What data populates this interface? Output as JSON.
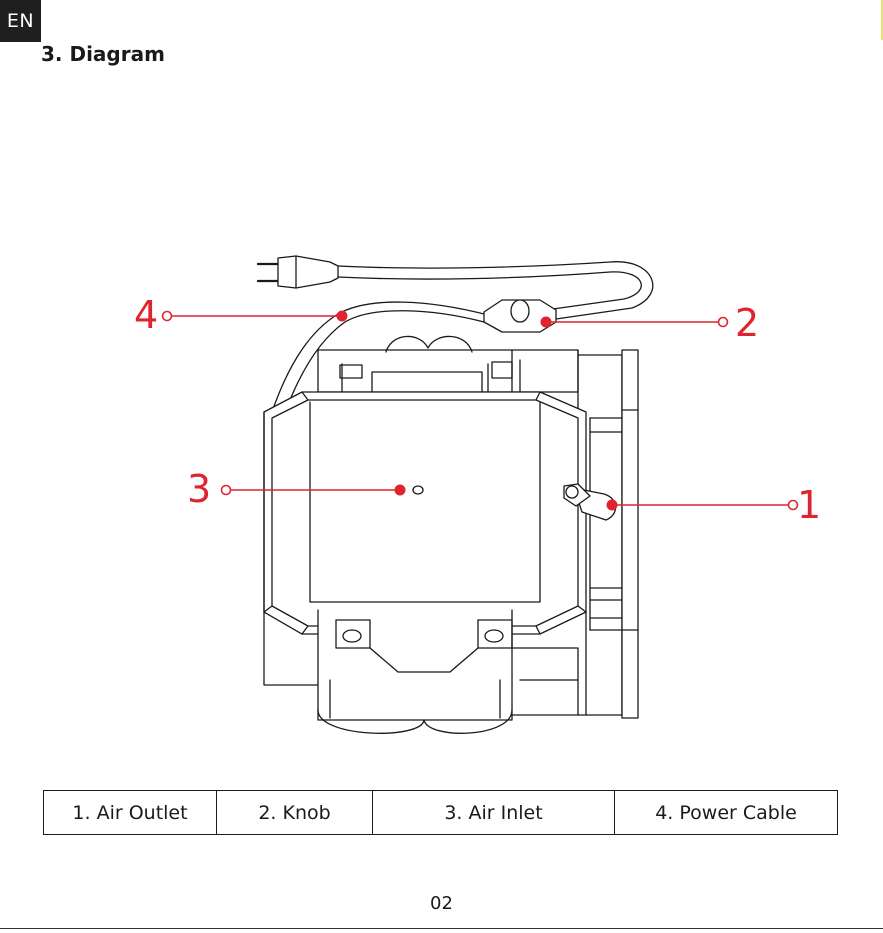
{
  "header": {
    "language_badge": "EN",
    "section_title": "3. Diagram"
  },
  "diagram": {
    "callouts": [
      {
        "number": "1",
        "part": "Air Outlet"
      },
      {
        "number": "2",
        "part": "Knob"
      },
      {
        "number": "3",
        "part": "Air Inlet"
      },
      {
        "number": "4",
        "part": "Power Cable"
      }
    ],
    "callout_color": "#e0242f",
    "line_color": "#1a1a1a"
  },
  "parts_table": {
    "cells": [
      "1. Air Outlet",
      "2. Knob",
      "3. Air Inlet",
      "4. Power Cable"
    ]
  },
  "footer": {
    "page_number": "02"
  }
}
